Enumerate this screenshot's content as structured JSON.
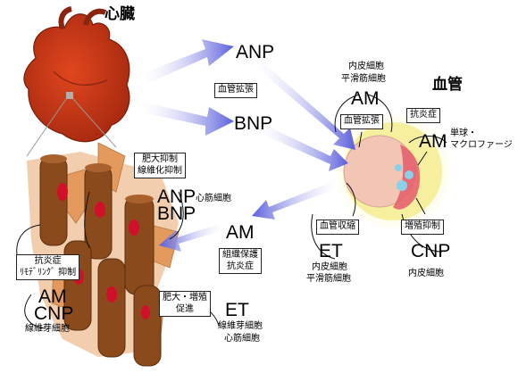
{
  "heart": {
    "title": "心臓"
  },
  "vessel": {
    "title": "血管"
  },
  "hormones": {
    "anp": "ANP",
    "bnp": "BNP",
    "am_left": "AM",
    "et_right": "ET",
    "am_cardio": "AM",
    "cnp_cardio": "CNP",
    "anp_myocyte": "ANP",
    "bnp_myocyte": "BNP",
    "am_endo": "AM",
    "am_macro": "AM",
    "et_vessel": "ET",
    "cnp_vessel": "CNP"
  },
  "boxes": {
    "vasodilation_top": "血管拡張",
    "vasodilation_ring": "血管拡張",
    "anti_inflammation_ring": "抗炎症",
    "vasoconstriction": "血管収縮",
    "proliferation_suppression": "増殖抑制",
    "hypertrophy_suppression_1": "肥大抑制",
    "hypertrophy_suppression_2": "線維化抑制",
    "tissue_protection_1": "組織保護",
    "tissue_protection_2": "抗炎症",
    "anti_inflammation_remodel_1": "抗炎症",
    "anti_inflammation_remodel_2": "ﾘﾓﾃﾞﾘﾝｸﾞ 抑制",
    "hypertrophy_promotion_1": "肥大・増殖",
    "hypertrophy_promotion_2": "促進"
  },
  "cells": {
    "myocyte": "心筋細胞",
    "fibroblast_left": "線維芽細胞",
    "fibroblast_right": "線維芽細胞",
    "myocyte_right": "心筋細胞",
    "endo_smooth_top_1": "内皮細胞",
    "endo_smooth_top_2": "平滑筋細胞",
    "endo_smooth_bottom_1": "内皮細胞",
    "endo_smooth_bottom_2": "平滑筋細胞",
    "endothelial": "内皮細胞",
    "monocyte_1": "単球・",
    "monocyte_2": "マクロファージ"
  },
  "colors": {
    "heart": "#c83214",
    "muscle": "#8a4a1c",
    "fibroblast": "#d9925a",
    "arrow": "#6d6fe0",
    "vessel_glow": "#f6f0a8",
    "vessel_core": "#f2c5b4"
  }
}
